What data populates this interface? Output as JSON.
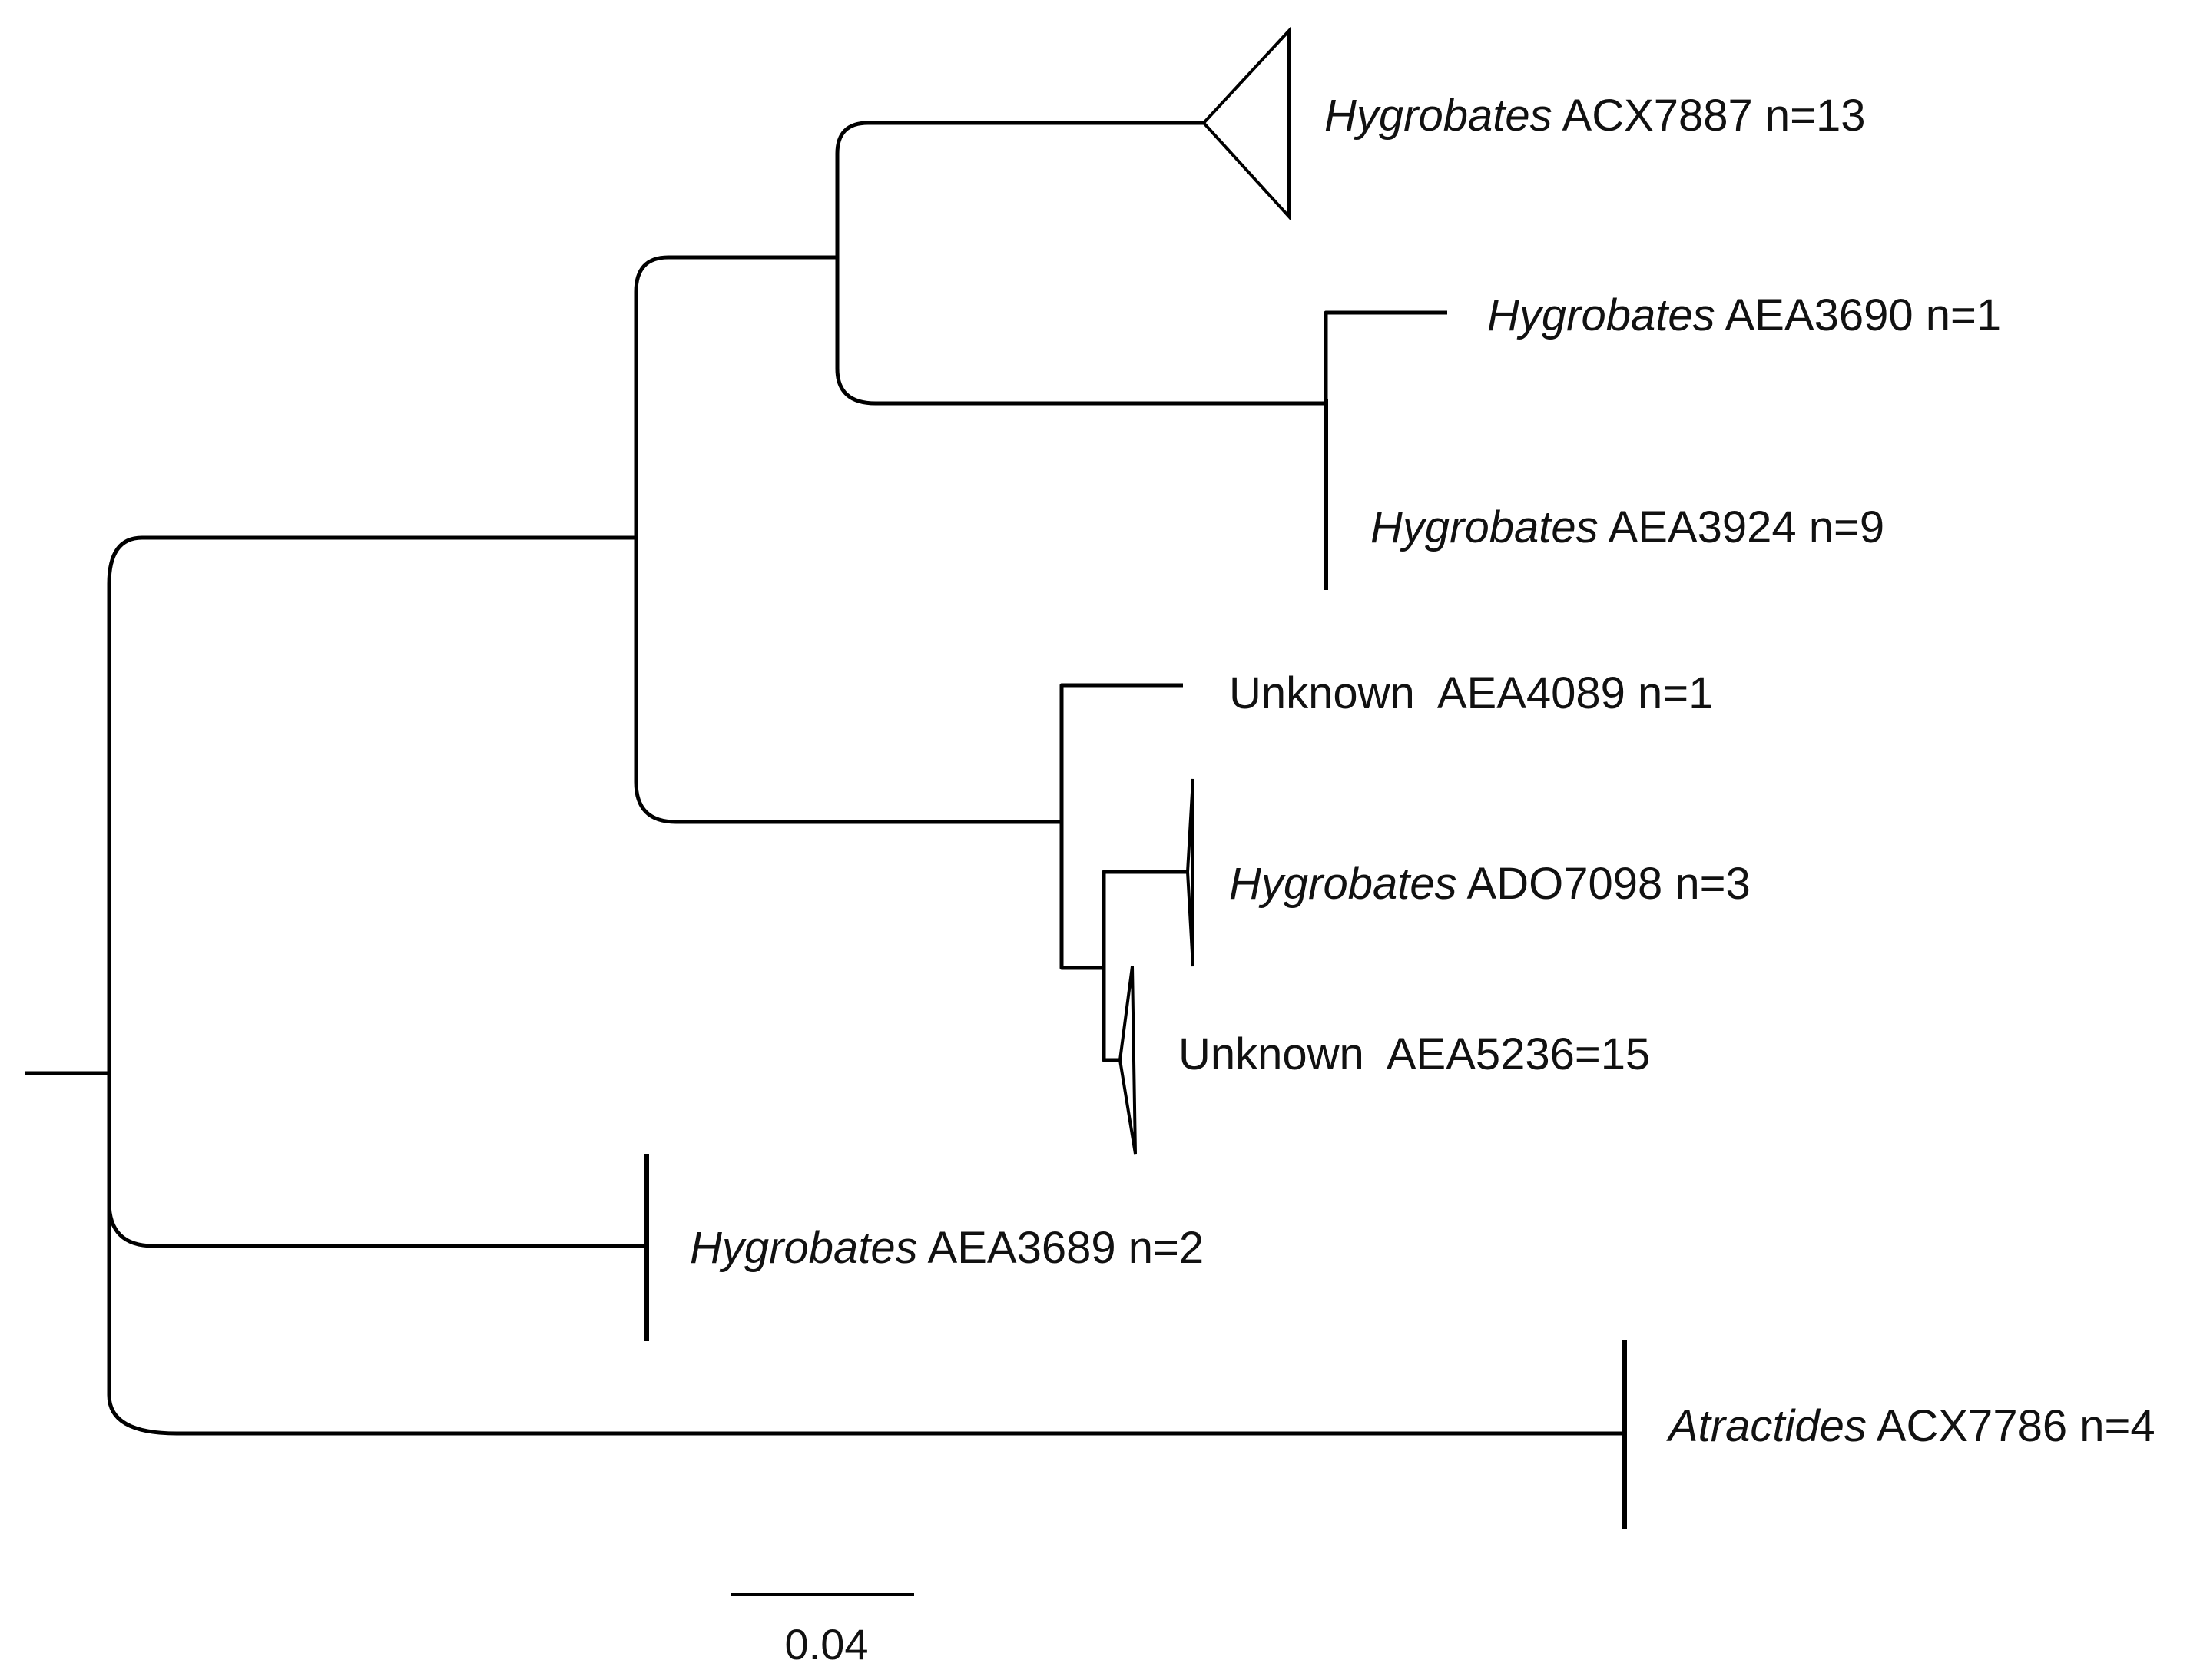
{
  "tree": {
    "leaves": [
      {
        "id": "acx7887",
        "genus": "Hygrobates",
        "rest": " ACX7887 n=13"
      },
      {
        "id": "aea3690",
        "genus": "Hygrobates",
        "rest": " AEA3690 n=1"
      },
      {
        "id": "aea3924",
        "genus": "Hygrobates",
        "rest": " AEA3924 n=9"
      },
      {
        "id": "aea4089",
        "genus": "",
        "rest": "Unknown  AEA4089 n=1"
      },
      {
        "id": "ado7098",
        "genus": "Hygrobates",
        "rest": " ADO7098 n=3"
      },
      {
        "id": "aea5236",
        "genus": "",
        "rest": "Unknown  AEA5236=15"
      },
      {
        "id": "aea3689",
        "genus": "Hygrobates",
        "rest": " AEA3689 n=2"
      },
      {
        "id": "acx7786",
        "genus": "Atractides",
        "rest": " ACX7786 n=4"
      }
    ]
  },
  "scale_bar": {
    "value": 0.04,
    "label": "0.04"
  }
}
